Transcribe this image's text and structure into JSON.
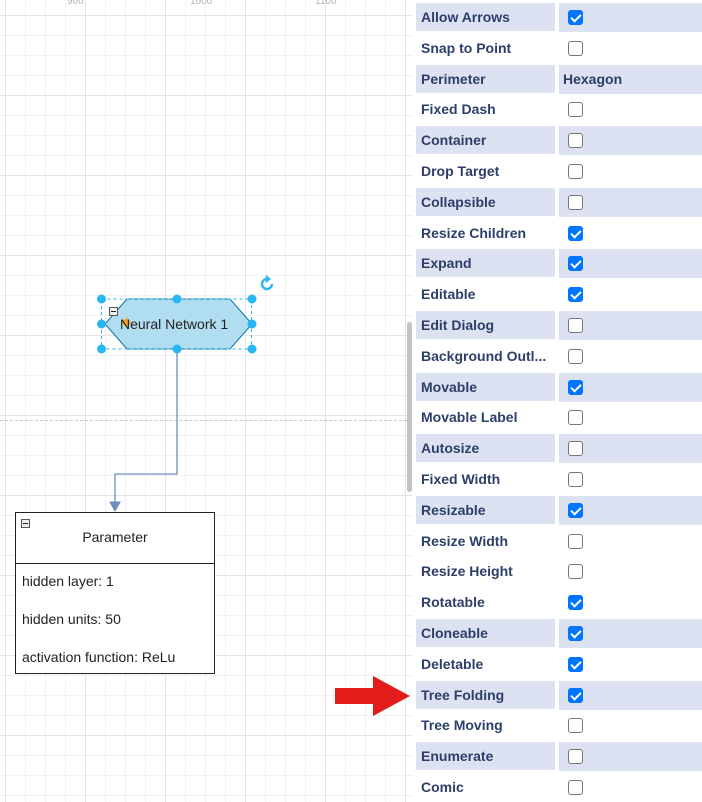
{
  "ruler": {
    "labels": [
      "900",
      "1000",
      "1100"
    ]
  },
  "diagram": {
    "neural_network": {
      "label": "Neural Network 1",
      "fill": "#b1ddf0",
      "stroke": "#10739e"
    },
    "parameter": {
      "title": "Parameter",
      "rows": [
        "hidden layer: 1",
        "hidden units: 50",
        "activation function: ReLu"
      ]
    },
    "connector_color": "#6c8ebf",
    "selection_color": "#29b6f2"
  },
  "properties": [
    {
      "name": "Allow Arrows",
      "type": "checkbox",
      "checked": true
    },
    {
      "name": "Snap to Point",
      "type": "checkbox",
      "checked": false
    },
    {
      "name": "Perimeter",
      "type": "text",
      "value": "Hexagon"
    },
    {
      "name": "Fixed Dash",
      "type": "checkbox",
      "checked": false
    },
    {
      "name": "Container",
      "type": "checkbox",
      "checked": false
    },
    {
      "name": "Drop Target",
      "type": "checkbox",
      "checked": false
    },
    {
      "name": "Collapsible",
      "type": "checkbox",
      "checked": false
    },
    {
      "name": "Resize Children",
      "type": "checkbox",
      "checked": true
    },
    {
      "name": "Expand",
      "type": "checkbox",
      "checked": true
    },
    {
      "name": "Editable",
      "type": "checkbox",
      "checked": true
    },
    {
      "name": "Edit Dialog",
      "type": "checkbox",
      "checked": false
    },
    {
      "name": "Background Outl...",
      "type": "checkbox",
      "checked": false
    },
    {
      "name": "Movable",
      "type": "checkbox",
      "checked": true
    },
    {
      "name": "Movable Label",
      "type": "checkbox",
      "checked": false
    },
    {
      "name": "Autosize",
      "type": "checkbox",
      "checked": false
    },
    {
      "name": "Fixed Width",
      "type": "checkbox",
      "checked": false
    },
    {
      "name": "Resizable",
      "type": "checkbox",
      "checked": true
    },
    {
      "name": "Resize Width",
      "type": "checkbox",
      "checked": false
    },
    {
      "name": "Resize Height",
      "type": "checkbox",
      "checked": false
    },
    {
      "name": "Rotatable",
      "type": "checkbox",
      "checked": true
    },
    {
      "name": "Cloneable",
      "type": "checkbox",
      "checked": true
    },
    {
      "name": "Deletable",
      "type": "checkbox",
      "checked": true
    },
    {
      "name": "Tree Folding",
      "type": "checkbox",
      "checked": true
    },
    {
      "name": "Tree Moving",
      "type": "checkbox",
      "checked": false
    },
    {
      "name": "Enumerate",
      "type": "checkbox",
      "checked": false
    },
    {
      "name": "Comic",
      "type": "checkbox",
      "checked": false
    }
  ],
  "annotation": {
    "arrow_color": "#e31b1b",
    "points_to": "Tree Folding"
  }
}
